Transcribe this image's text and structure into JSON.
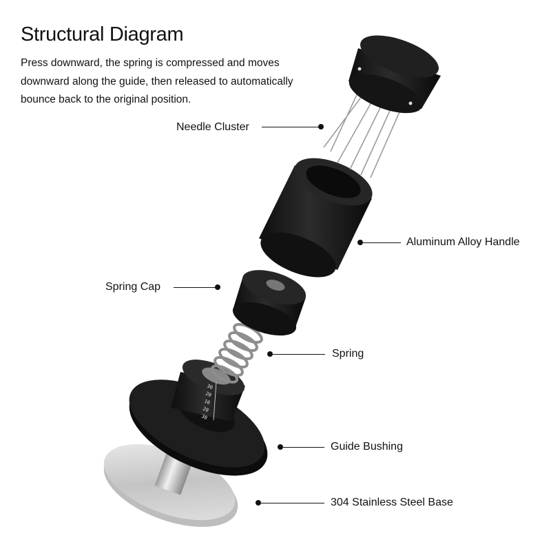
{
  "header": {
    "title": "Structural Diagram",
    "description": "Press downward, the spring is compressed and moves downward along the guide, then released to automatically bounce back to the original position."
  },
  "labels": {
    "needle_cluster": "Needle Cluster",
    "aluminum_handle": "Aluminum Alloy Handle",
    "spring_cap": "Spring Cap",
    "spring": "Spring",
    "guide_bushing": "Guide Bushing",
    "stainless_base": "304 Stainless Steel Base"
  },
  "scale_marks": [
    "30",
    "20",
    "10",
    "20",
    "30"
  ],
  "colors": {
    "part_black": "#1b1b1b",
    "steel": "#c9c9c9",
    "text": "#111111"
  }
}
